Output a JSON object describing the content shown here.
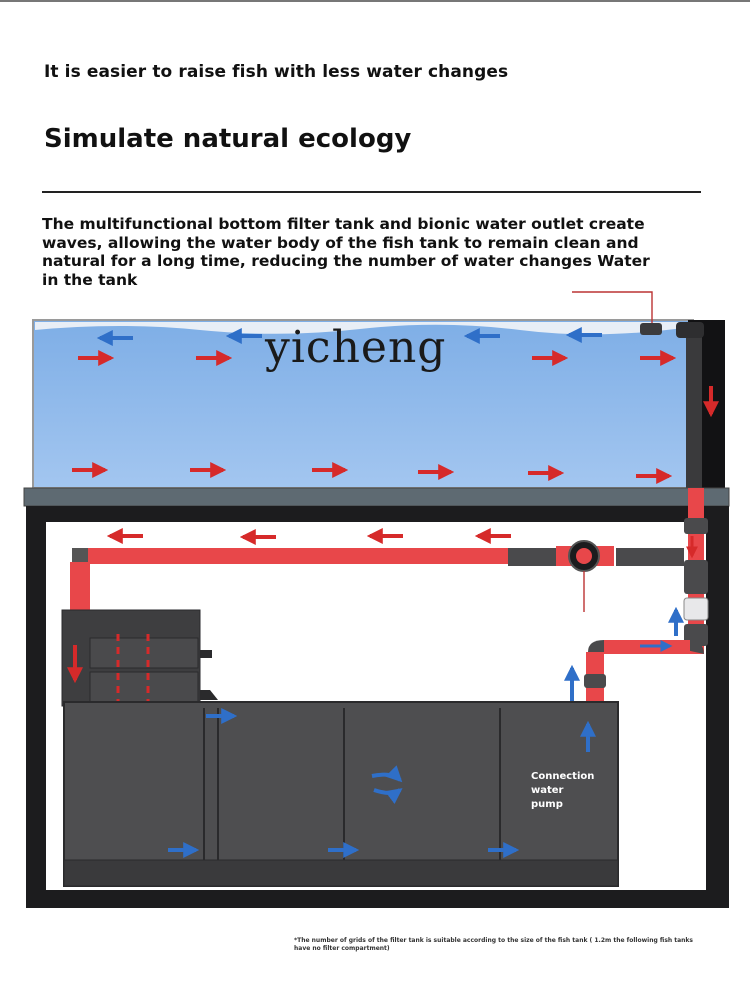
{
  "header": {
    "subtitle": "It is easier to raise fish with less water changes",
    "title": "Simulate natural ecology"
  },
  "description": "The multifunctional bottom filter tank and bionic water outlet create waves, allowing the water body of the fish tank to remain clean and natural for a long time, reducing the number of water changes Water in the tank",
  "diagram": {
    "watermark": "yicheng",
    "pump_label": "Connection\nwater\npump",
    "colors": {
      "water": "#8cb6ea",
      "pipe": "#e8474a",
      "cabinet_frame": "#1c1c1e",
      "filter_box": "#4a4a4c",
      "flow_in": "#2f6fc8",
      "flow_out": "#d62a2a"
    }
  },
  "footnote": "*The number of grids of the filter tank is suitable according to the size of the fish tank ( 1.2m the following fish tanks have no filter compartment)"
}
